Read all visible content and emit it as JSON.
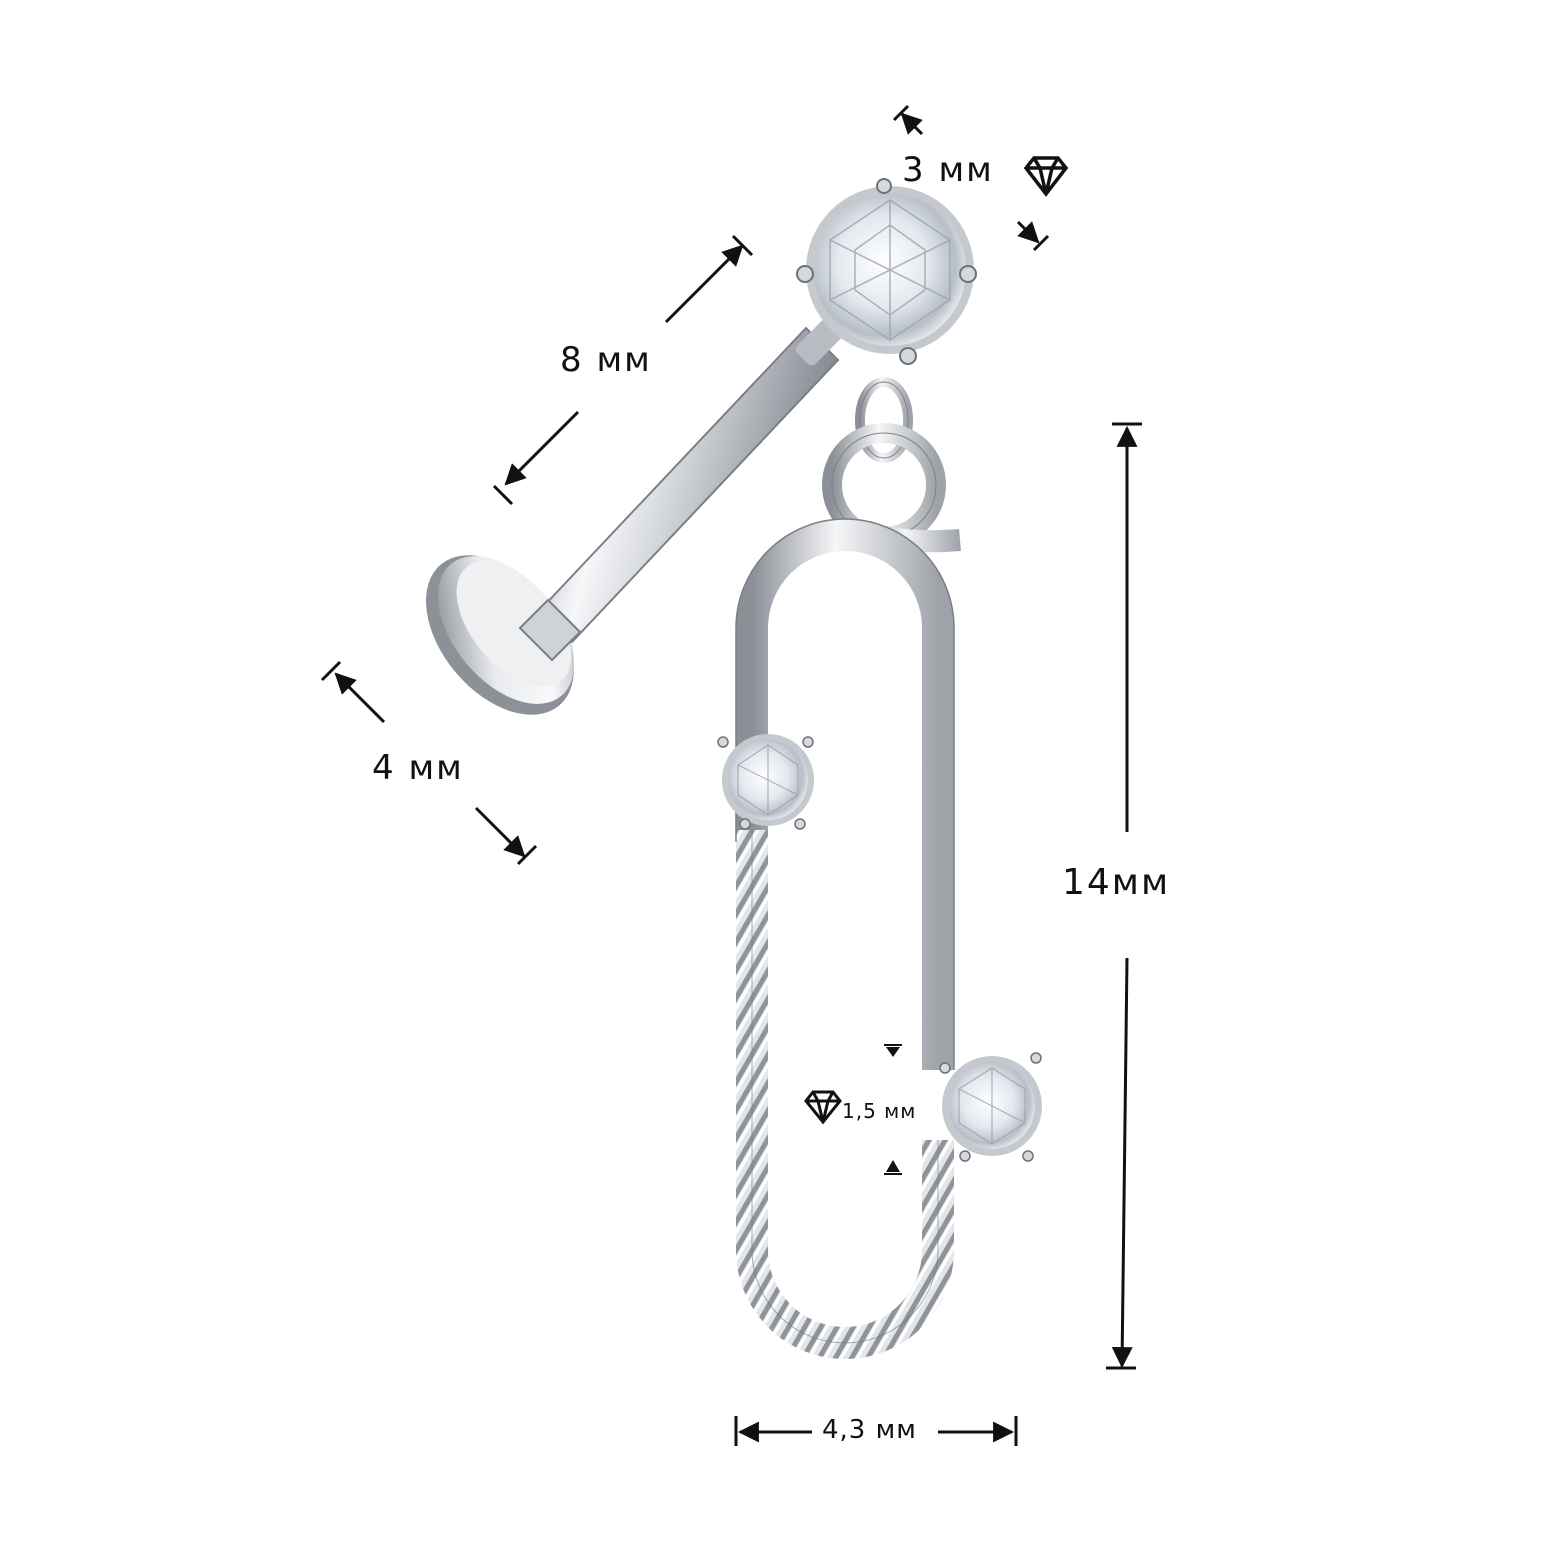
{
  "dimensions": {
    "top_stone": "3 мм",
    "bar_length": "8 мм",
    "disc_diameter": "4 мм",
    "charm_height": "14мм",
    "charm_width": "4,3 мм",
    "small_stone": "1,5 мм"
  },
  "icons": {
    "gem": "diamond-outline-icon",
    "arrow": "dimension-arrow"
  },
  "colors": {
    "background": "#ffffff",
    "ink": "#111111",
    "metal_light": "#f4f5f7",
    "metal_mid": "#c9ccd1",
    "metal_dark": "#7d8188",
    "crystal": "#eef3f8"
  }
}
